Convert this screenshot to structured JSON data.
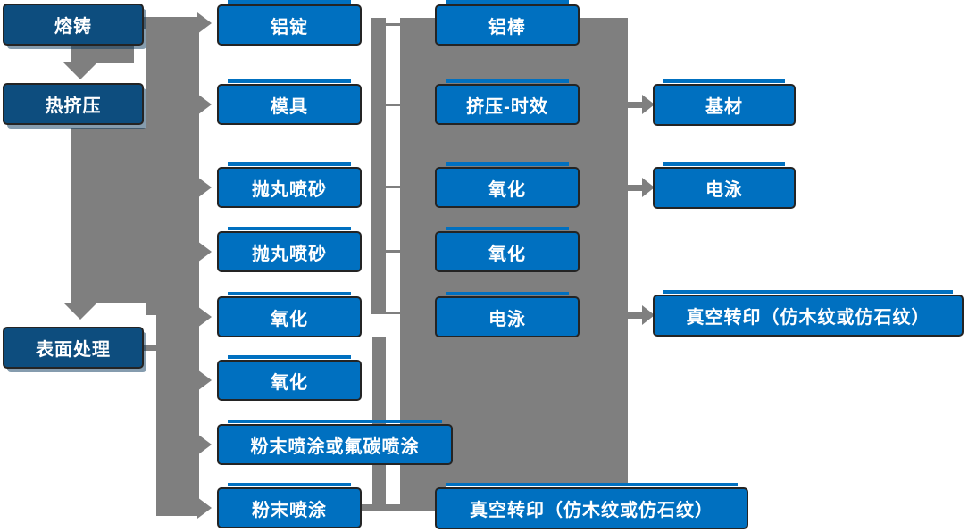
{
  "colors": {
    "node_blue": "#0070c0",
    "node_dark_blue": "#0d4d7e",
    "node_border": "#242424",
    "node_text": "#ffffff",
    "connector_gray": "#7f7f7f"
  },
  "nodes": [
    {
      "label": "熔铸"
    },
    {
      "label": "热挤压"
    },
    {
      "label": "表面处理"
    },
    {
      "label": "铝锭"
    },
    {
      "label": "模具"
    },
    {
      "label": "抛丸喷砂"
    },
    {
      "label": "抛丸喷砂"
    },
    {
      "label": "氧化"
    },
    {
      "label": "氧化"
    },
    {
      "label": "粉末喷涂或氟碳喷涂"
    },
    {
      "label": "粉末喷涂"
    },
    {
      "label": "铝棒"
    },
    {
      "label": "挤压-时效"
    },
    {
      "label": "氧化"
    },
    {
      "label": "氧化"
    },
    {
      "label": "电泳"
    },
    {
      "label": "真空转印（仿木纹或仿石纹）"
    },
    {
      "label": "基材"
    },
    {
      "label": "电泳"
    },
    {
      "label": "真空转印（仿木纹或仿石纹）"
    }
  ]
}
